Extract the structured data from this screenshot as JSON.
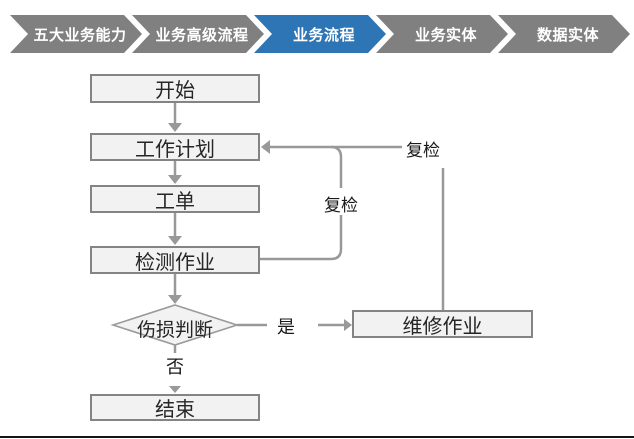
{
  "breadcrumb": {
    "items": [
      {
        "label": "五大业务能力",
        "active": false
      },
      {
        "label": "业务高级流程",
        "active": false
      },
      {
        "label": "业务流程",
        "active": true
      },
      {
        "label": "业务实体",
        "active": false
      },
      {
        "label": "数据实体",
        "active": false
      }
    ],
    "active_color": "#2E75B6",
    "inactive_color": "#808080"
  },
  "flowchart": {
    "nodes": {
      "start": "开始",
      "work_plan": "工作计划",
      "work_order": "工单",
      "inspection": "检测作业",
      "damage_check": "伤损判断",
      "repair": "维修作业",
      "end": "结束"
    },
    "labels": {
      "recheck_top": "复检",
      "recheck_mid": "复检",
      "yes": "是",
      "no": "否"
    },
    "edges": [
      {
        "from": "开始",
        "to": "工作计划"
      },
      {
        "from": "工作计划",
        "to": "工单"
      },
      {
        "from": "工单",
        "to": "检测作业"
      },
      {
        "from": "检测作业",
        "to": "伤损判断"
      },
      {
        "from": "伤损判断",
        "to": "维修作业",
        "label": "是"
      },
      {
        "from": "伤损判断",
        "to": "结束",
        "label": "否"
      },
      {
        "from": "检测作业",
        "to": "工作计划",
        "label": "复检"
      },
      {
        "from": "维修作业",
        "to": "工作计划",
        "label": "复检"
      }
    ],
    "colors": {
      "node_fill": "#F2F2F2",
      "node_border": "#848484",
      "connector": "#999999",
      "text": "#262626"
    }
  }
}
